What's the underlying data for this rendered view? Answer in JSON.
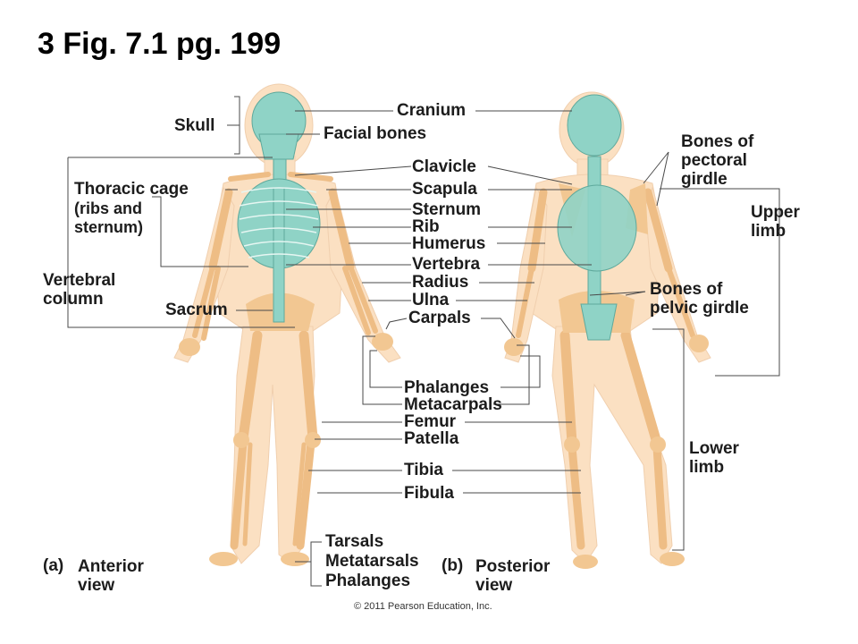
{
  "slide": {
    "title": "3 Fig. 7.1 pg. 199"
  },
  "labels": {
    "cranium": "Cranium",
    "facial_bones": "Facial bones",
    "skull": "Skull",
    "clavicle": "Clavicle",
    "scapula": "Scapula",
    "sternum": "Sternum",
    "rib": "Rib",
    "humerus": "Humerus",
    "vertebra": "Vertebra",
    "radius": "Radius",
    "ulna": "Ulna",
    "carpals": "Carpals",
    "phalanges_hand": "Phalanges",
    "metacarpals": "Metacarpals",
    "femur": "Femur",
    "patella": "Patella",
    "tibia": "Tibia",
    "fibula": "Fibula",
    "tarsals": "Tarsals",
    "metatarsals": "Metatarsals",
    "phalanges_foot": "Phalanges",
    "sacrum": "Sacrum",
    "thoracic_cage": "Thoracic cage",
    "thoracic_cage_sub": "(ribs and\nsternum)",
    "vertebral_column": "Vertebral\ncolumn",
    "pectoral_girdle": "Bones of\npectoral\ngirdle",
    "upper_limb": "Upper\nlimb",
    "pelvic_girdle": "Bones of\npelvic girdle",
    "lower_limb": "Lower\nlimb"
  },
  "views": {
    "anterior_tag": "(a)",
    "anterior": "Anterior\nview",
    "posterior_tag": "(b)",
    "posterior": "Posterior\nview"
  },
  "copyright": "© 2011 Pearson Education, Inc.",
  "colors": {
    "body": "#fbe0c2",
    "bone": "#f2c792",
    "axial": "#8fd3c6",
    "leader": "#4a4a4a",
    "text": "#1c1c1c"
  }
}
